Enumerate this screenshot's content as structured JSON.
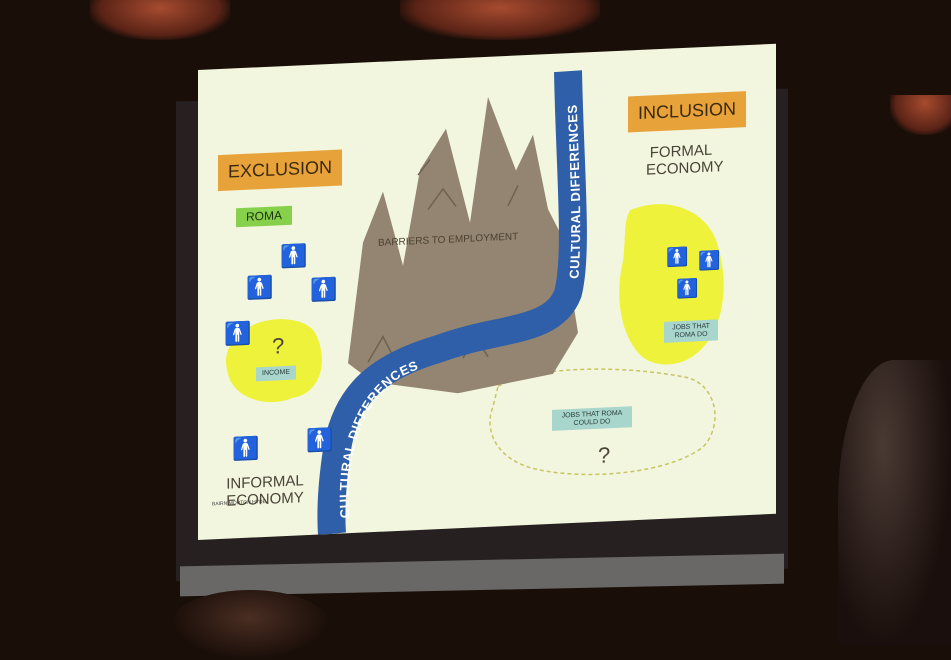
{
  "slide": {
    "exclusion": "EXCLUSION",
    "inclusion": "INCLUSION",
    "roma": "ROMA",
    "formal_economy": "FORMAL ECONOMY",
    "informal_economy": "INFORMAL ECONOMY",
    "barriers": "BARRIERS TO EMPLOYMENT",
    "cultural_top": "CULTURAL DIFFERENCES",
    "cultural_bottom": "CULTURAL DIFFERENCES",
    "income": "INCOME",
    "question": "?",
    "jobs_roma_do": "JOBS THAT ROMA DO",
    "jobs_roma_could_do": "JOBS THAT ROMA COULD DO",
    "credit": "BAIRN MORTON HYDE"
  },
  "colors": {
    "exclusion_box": "#e8a23a",
    "roma_box": "#86d04c",
    "river": "#2f5fa8",
    "mountains": "#948572",
    "yellow_blob": "#eef23a"
  }
}
